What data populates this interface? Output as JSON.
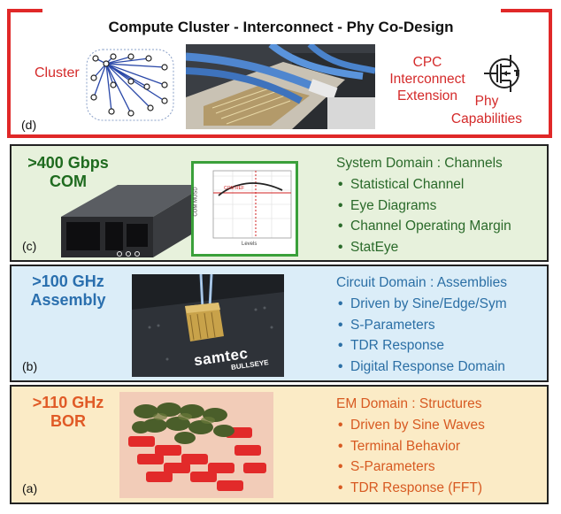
{
  "title": "Compute Cluster - Interconnect - Phy Co-Design",
  "panel_d": {
    "tag": "(d)",
    "cluster_label": "Cluster",
    "extension_label": [
      "CPC",
      "Interconnect",
      "Extension"
    ],
    "phy_label": [
      "Phy",
      "Capabilities"
    ]
  },
  "panel_c": {
    "tag": "(c)",
    "title_lines": [
      ">400 Gbps",
      "COM"
    ],
    "heading": "System Domain : Channels",
    "items": [
      "Statistical Channel",
      "Eye Diagrams",
      "Channel Operating Margin",
      "StatEye"
    ],
    "inset_ylabel": "COM MUSD",
    "inset_xlabel": "Levels",
    "inset_threshold_label": "COM REF"
  },
  "panel_b": {
    "tag": "(b)",
    "title_lines": [
      ">100 GHz",
      "Assembly"
    ],
    "heading": "Circuit Domain : Assemblies",
    "items": [
      "Driven by Sine/Edge/Sym",
      "S-Parameters",
      "TDR Response",
      "Digital Response Domain"
    ],
    "board_brand": "samtec",
    "board_model": "BULLSEYE"
  },
  "panel_a": {
    "tag": "(a)",
    "title_lines": [
      ">110 GHz",
      "BOR"
    ],
    "heading": "EM Domain : Structures",
    "items": [
      "Driven by Sine Waves",
      "Terminal Behavior",
      "S-Parameters",
      "TDR Response (FFT)"
    ]
  },
  "colors": {
    "frame_red": "#e02828",
    "red_text": "#d42a2a",
    "panel_c_bg": "#e7f1dc",
    "panel_c_text": "#2a6a2a",
    "panel_c_title": "#1f6b1f",
    "panel_b_bg": "#dbedf8",
    "panel_b_text": "#2b6fa5",
    "panel_b_title": "#2a6fae",
    "panel_a_bg": "#fbebc6",
    "panel_a_text": "#d75a22",
    "panel_a_title": "#e05a26"
  }
}
